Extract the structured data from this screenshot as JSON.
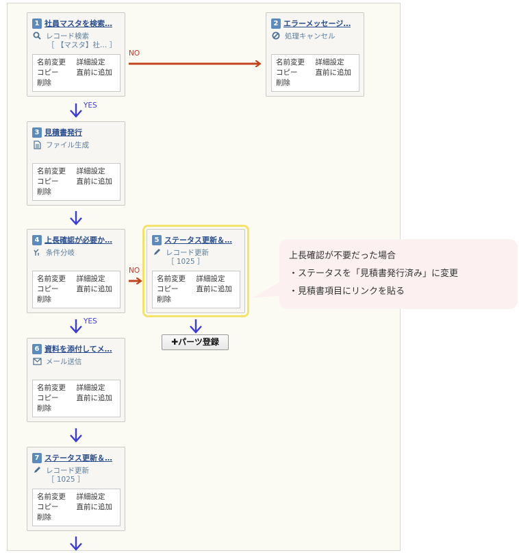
{
  "cards": [
    {
      "num": "1",
      "title": "社員マスタを検索…",
      "type": "レコード検索",
      "icon": "search-icon",
      "param": "［ 【マスタ】社… ］"
    },
    {
      "num": "2",
      "title": "エラーメッセージ…",
      "type": "処理キャンセル",
      "icon": "cancel-icon",
      "param": ""
    },
    {
      "num": "3",
      "title": "見積書発行",
      "type": "ファイル生成",
      "icon": "file-icon",
      "param": ""
    },
    {
      "num": "4",
      "title": "上長確認が必要か…",
      "type": "条件分岐",
      "icon": "branch-icon",
      "param": ""
    },
    {
      "num": "5",
      "title": "ステータス更新＆…",
      "type": "レコード更新",
      "icon": "pencil-icon",
      "param": "［ 1025 ］"
    },
    {
      "num": "6",
      "title": "資料を添付してメ…",
      "type": "メール送信",
      "icon": "mail-icon",
      "param": ""
    },
    {
      "num": "7",
      "title": "ステータス更新＆…",
      "type": "レコード更新",
      "icon": "pencil-icon",
      "param": "［ 1025 ］"
    }
  ],
  "menu": {
    "rename": "名前変更",
    "settings": "詳細設定",
    "copy": "コピー",
    "insert_before": "直前に追加",
    "delete": "削除"
  },
  "labels": {
    "yes": "YES",
    "no": "NO"
  },
  "parts_button": "パーツ登録",
  "bubble": {
    "line1": "上長確認が不要だった場合",
    "line2": "・ステータスを「見積書発行済み」に変更",
    "line3": "・見積書項目にリンクを貼る"
  },
  "colors": {
    "yes_arrow": "#3a3ad8",
    "no_arrow": "#c0451c",
    "highlight": "#f3e36c",
    "bubble": "#fdf0f1",
    "badge": "#5b8bbd"
  }
}
